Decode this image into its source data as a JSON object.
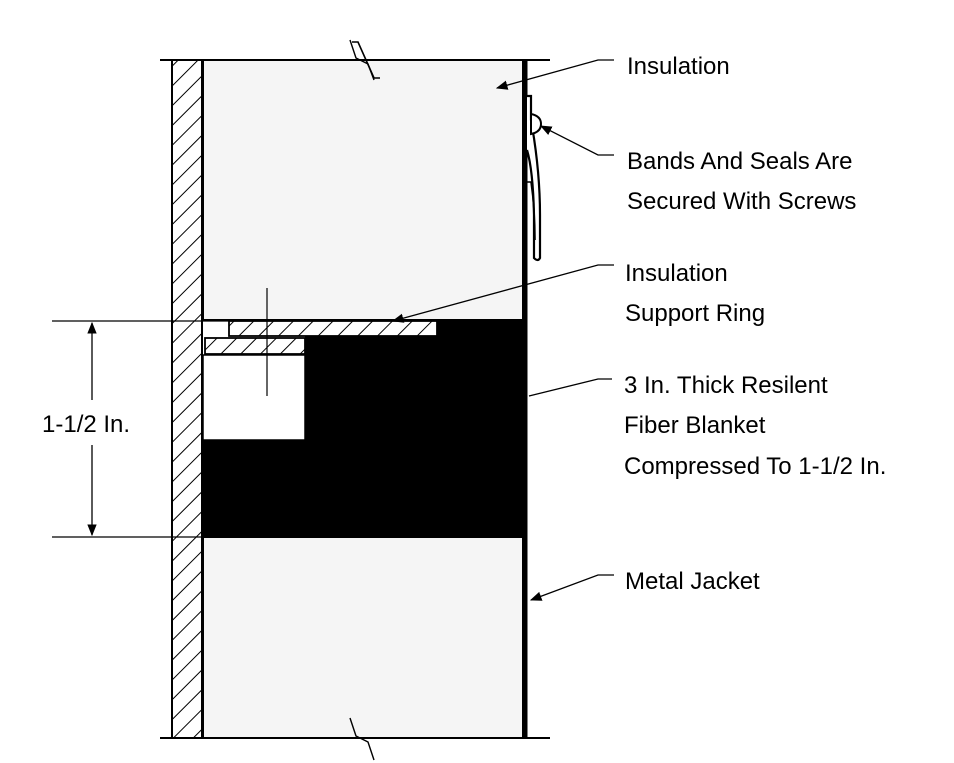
{
  "labels": {
    "insulation": "Insulation",
    "bands_line1": "Bands And Seals Are",
    "bands_line2": "Secured With Screws",
    "ring_line1": "Insulation",
    "ring_line2": "Support Ring",
    "blanket_line1": "3 In. Thick Resilent",
    "blanket_line2": "Fiber Blanket",
    "blanket_line3": "Compressed To 1-1/2 In.",
    "jacket": "Metal Jacket",
    "dimension": "1-1/2 In."
  },
  "colors": {
    "line": "#000000",
    "insulation_fill": "#f5f5f5",
    "blanket_fill": "#000000",
    "background": "#ffffff"
  }
}
